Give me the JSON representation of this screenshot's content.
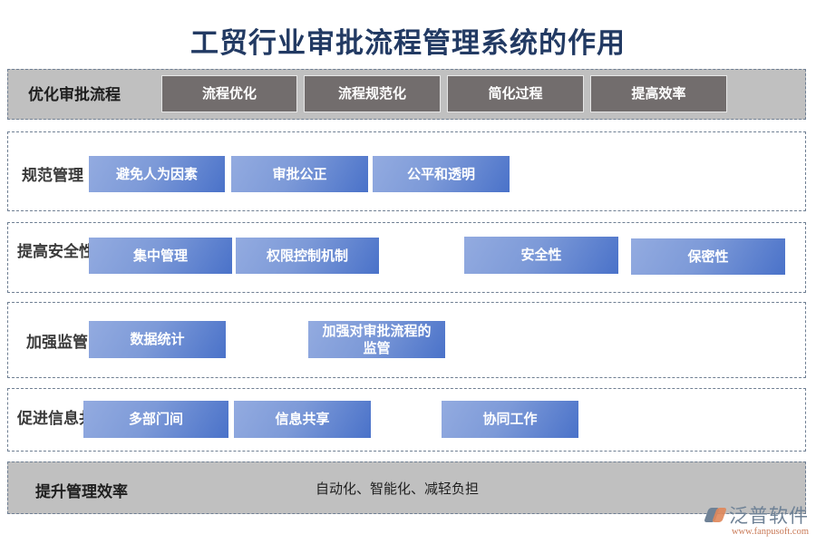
{
  "title": "工贸行业审批流程管理系统的作用",
  "rows": [
    {
      "label": "优化审批流程",
      "style": "grey",
      "items": [
        "流程优化",
        "流程规范化",
        "简化过程",
        "提高效率"
      ]
    },
    {
      "label": "规范管理",
      "style": "white",
      "items": [
        "避免人为因素",
        "审批公正",
        "公平和透明"
      ]
    },
    {
      "label": "提高安全性",
      "style": "white",
      "items": [
        "集中管理",
        "权限控制机制",
        "安全性",
        "保密性"
      ]
    },
    {
      "label": "加强监管",
      "style": "white",
      "items": [
        "数据统计",
        "加强对审批流程的监管"
      ]
    },
    {
      "label": "促进信息共享",
      "style": "white",
      "items": [
        "多部门间",
        "信息共享",
        "协同工作"
      ]
    },
    {
      "label": "提升管理效率",
      "style": "grey",
      "text": "自动化、智能化、减轻负担"
    }
  ],
  "logo": {
    "name": "泛普软件",
    "url": "www.fanpusoft.com"
  },
  "colors": {
    "title": "#223a63",
    "grey_band": "#c0c0c0",
    "dark_chip": "#726d6d",
    "blue_chip_start": "#93abe0",
    "blue_chip_end": "#4a72c9",
    "dashed_border": "#6f7f93"
  }
}
